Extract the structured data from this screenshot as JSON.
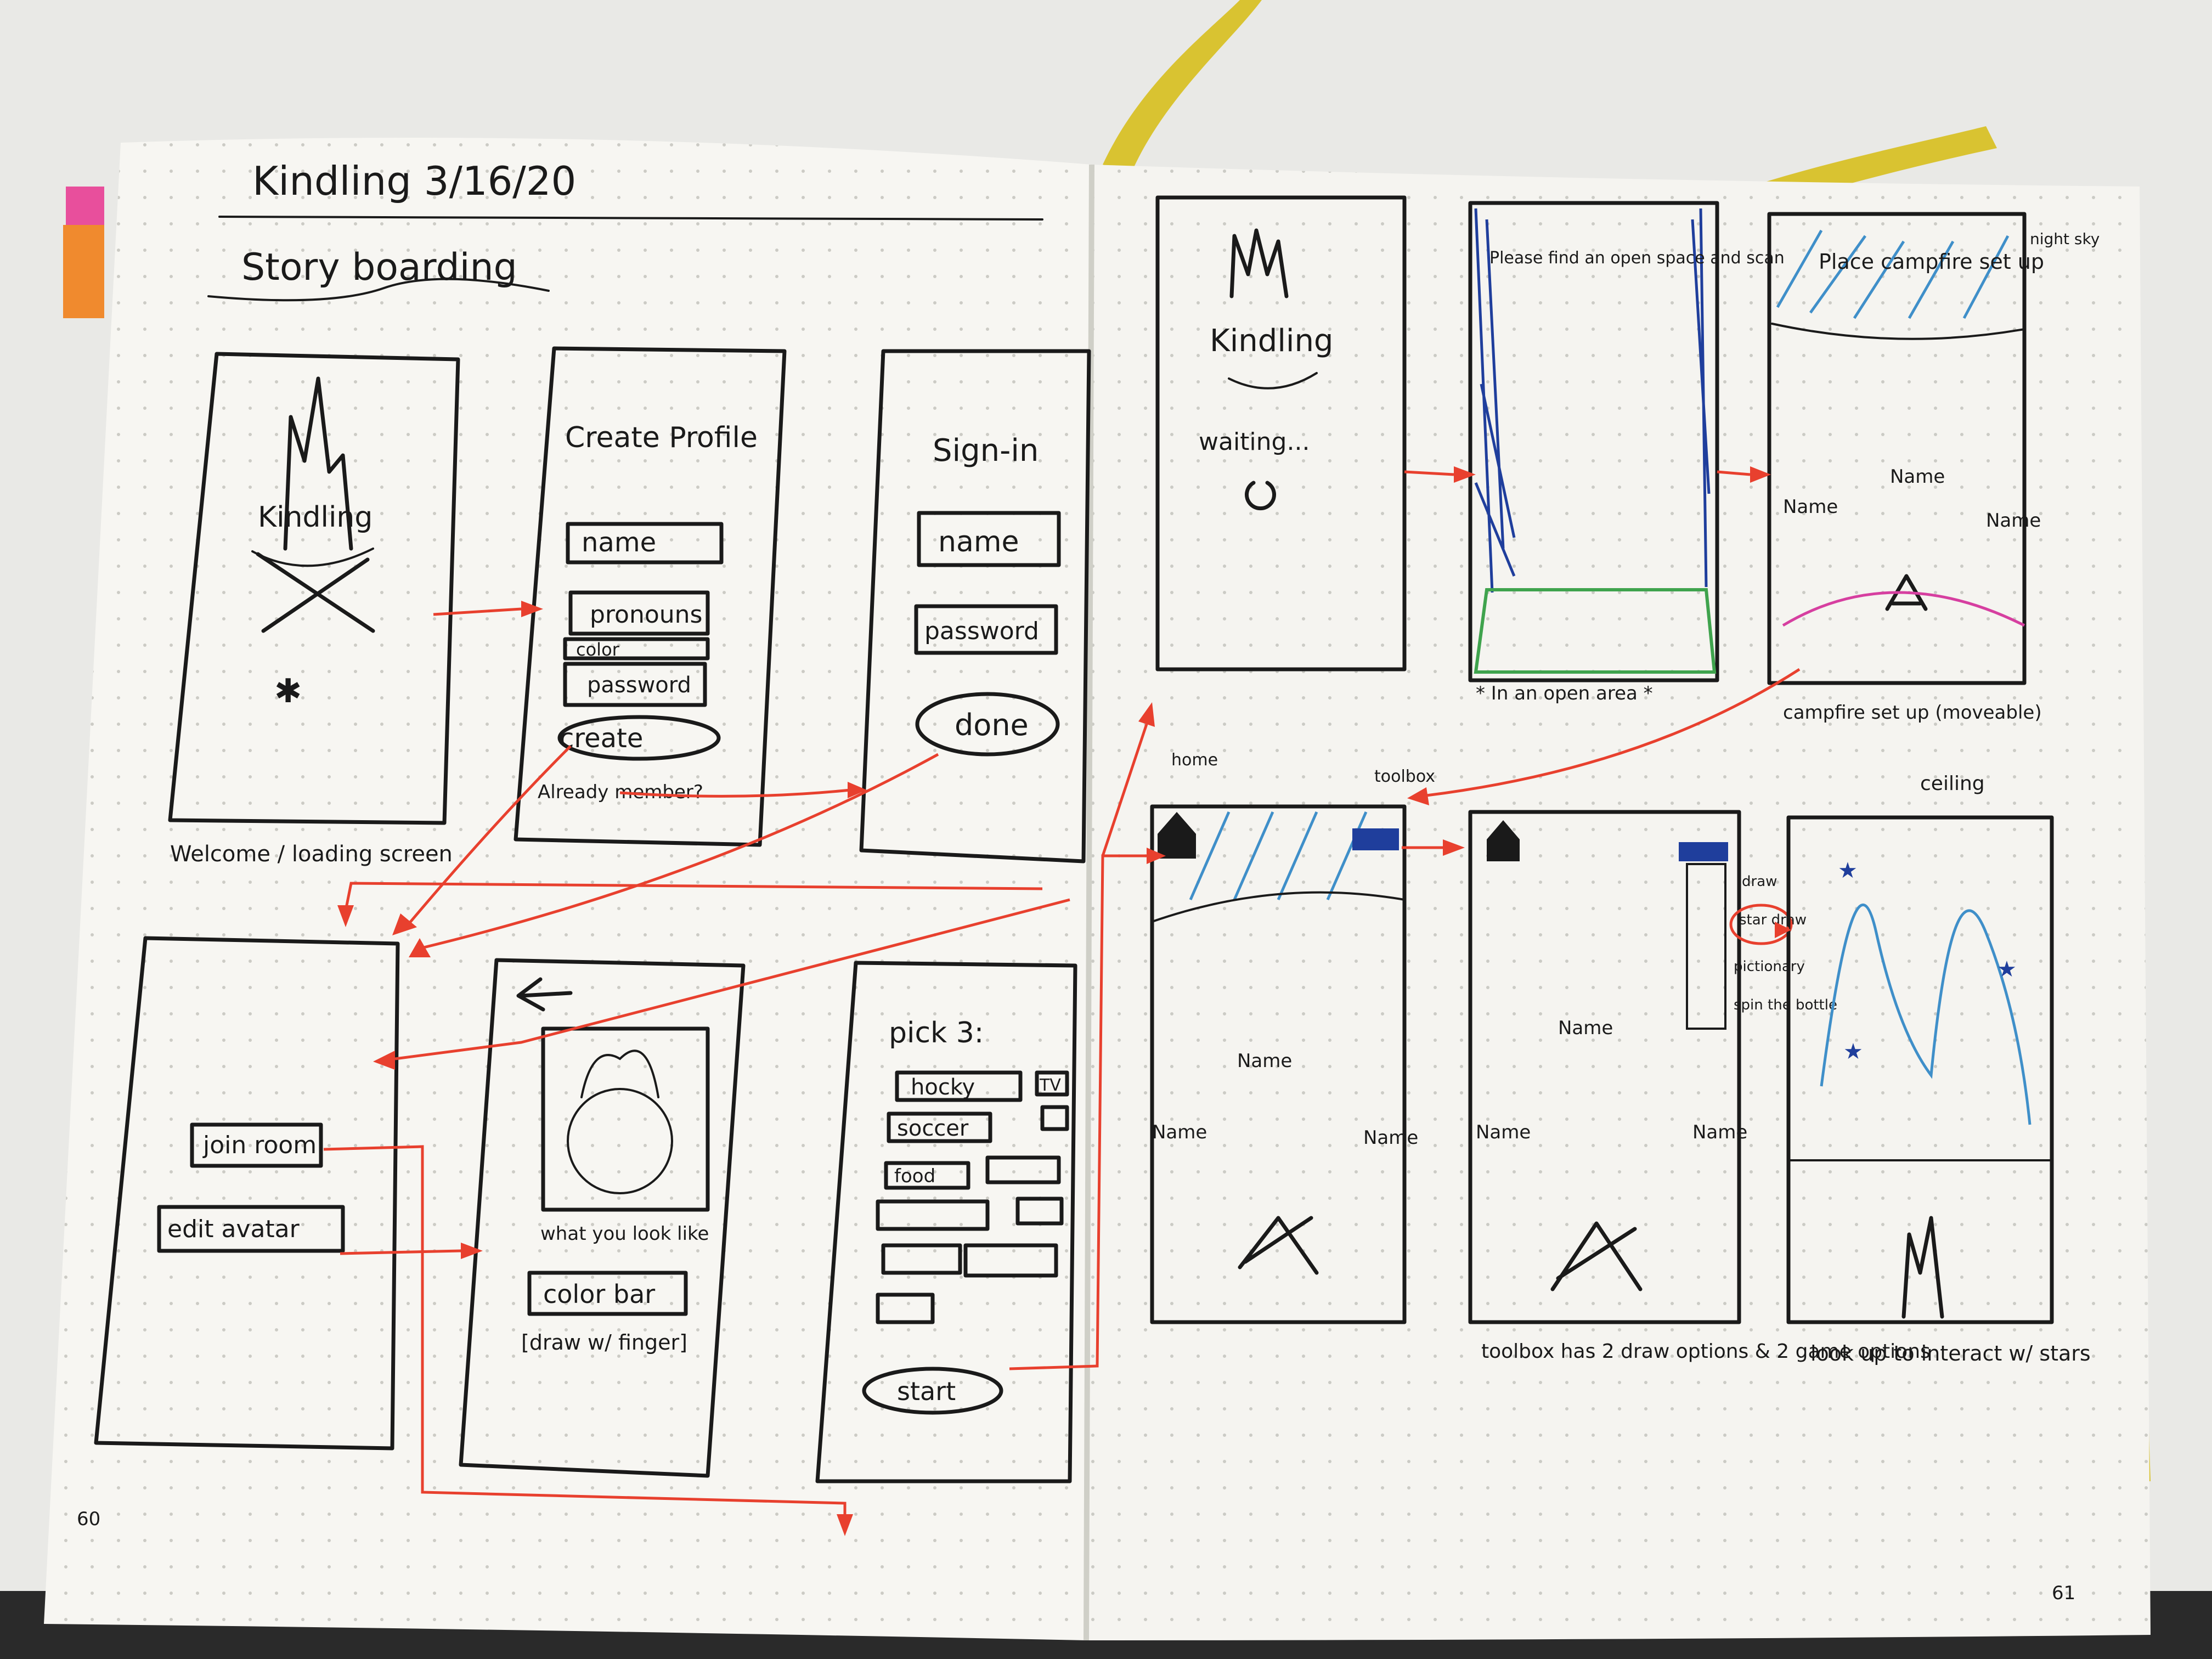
{
  "colors": {
    "page": "#f7f6f2",
    "ink": "#1a1a1a",
    "arrow": "#e8402e",
    "blue": "#1f3e9c",
    "light_blue": "#3f8fc9",
    "green": "#3fa34d",
    "magenta": "#d63fa0",
    "ribbon": "#d9c331"
  },
  "header": {
    "title": "Kindling 3/16/20",
    "subtitle": "Story boarding"
  },
  "left_page": {
    "page_number": "60",
    "welcome": {
      "logo": "Kindling",
      "caption": "Welcome / loading screen"
    },
    "create_profile": {
      "title": "Create Profile",
      "fields": [
        "name",
        "pronouns",
        "color",
        "password"
      ],
      "button": "create",
      "link": "Already member?"
    },
    "sign_in": {
      "title": "Sign-in",
      "fields": [
        "name",
        "password"
      ],
      "button": "done"
    },
    "menu": {
      "buttons": [
        "join room",
        "edit avatar"
      ]
    },
    "avatar": {
      "caption": "what you look like",
      "button": "color bar",
      "note": "[draw w/ finger]"
    },
    "pick": {
      "title": "pick 3:",
      "options": [
        "hocky",
        "TV",
        "soccer",
        "food"
      ],
      "button": "start"
    }
  },
  "right_page": {
    "page_number": "61",
    "waiting": {
      "logo": "Kindling",
      "status": "waiting..."
    },
    "scan": {
      "instruction": "Please find an open space and scan",
      "note": "* In an open area *"
    },
    "place": {
      "instruction": "Place campfire set up",
      "names": [
        "Name",
        "Name",
        "Name"
      ],
      "side_note": "night sky",
      "caption": "campfire set up (moveable)"
    },
    "game": {
      "labels": [
        "home",
        "toolbox"
      ],
      "names": [
        "Name",
        "Name",
        "Name"
      ]
    },
    "toolbox": {
      "names": [
        "Name",
        "Name",
        "Name"
      ],
      "options": [
        "draw",
        "star draw",
        "pictionary",
        "spin the bottle"
      ],
      "caption": "toolbox has 2 draw options & 2 game options"
    },
    "sky": {
      "label": "ceiling",
      "caption": "look up to interact w/ stars"
    }
  }
}
